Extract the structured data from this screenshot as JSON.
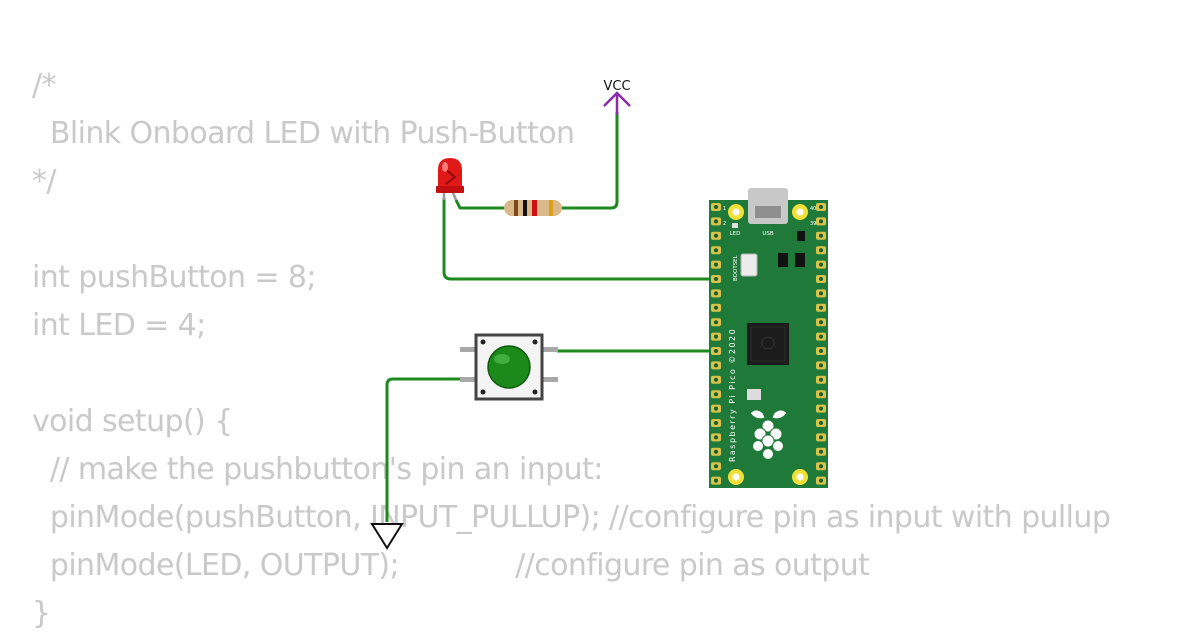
{
  "code_lines": [
    "/*",
    "  Blink Onboard LED with Push-Button",
    "*/",
    "",
    "int pushButton = 8;",
    "int LED = 4;",
    "",
    "void setup() {",
    "  // make the pushbutton's pin an input:",
    "  pinMode(pushButton, INPUT_PULLUP); //configure pin as input with pullup",
    "  pinMode(LED, OUTPUT);             //configure pin as output",
    "}"
  ],
  "circuit": {
    "vcc_label": "VCC",
    "board": {
      "led_label": "LED",
      "usb_label": "USB",
      "bootsel_label": "BOOTSEL",
      "name_label": "Raspberry Pi Pico ©2020",
      "pin_1_label": "1",
      "pin_2_label": "2",
      "pin_39_label": "39",
      "pin_40_label": "40"
    },
    "colors": {
      "wire": "#1e8a1e",
      "board": "#1f7a3a",
      "vcc": "#8a2bb0",
      "led": "#e01818",
      "button_cap": "#1b8a1b"
    }
  }
}
